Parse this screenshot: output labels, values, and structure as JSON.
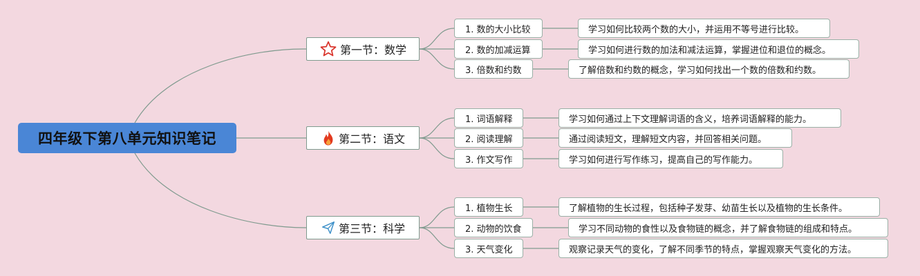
{
  "root": {
    "title": "四年级下第八单元知识笔记"
  },
  "sections": [
    {
      "title": "第一节：数学",
      "icon": "star-icon",
      "topics": [
        {
          "label": "1. 数的大小比较",
          "desc": "学习如何比较两个数的大小，并运用不等号进行比较。"
        },
        {
          "label": "2. 数的加减运算",
          "desc": "学习如何进行数的加法和减法运算，掌握进位和退位的概念。"
        },
        {
          "label": "3. 倍数和约数",
          "desc": "了解倍数和约数的概念，学习如何找出一个数的倍数和约数。"
        }
      ]
    },
    {
      "title": "第二节：语文",
      "icon": "fire-icon",
      "topics": [
        {
          "label": "1. 词语解释",
          "desc": "学习如何通过上下文理解词语的含义，培养词语解释的能力。"
        },
        {
          "label": "2. 阅读理解",
          "desc": "通过阅读短文，理解短文内容，并回答相关问题。"
        },
        {
          "label": "3. 作文写作",
          "desc": "学习如何进行写作练习，提高自己的写作能力。"
        }
      ]
    },
    {
      "title": "第三节：科学",
      "icon": "paper-plane-icon",
      "topics": [
        {
          "label": "1. 植物生长",
          "desc": "了解植物的生长过程，包括种子发芽、幼苗生长以及植物的生长条件。"
        },
        {
          "label": "2. 动物的饮食",
          "desc": "学习不同动物的食性以及食物链的概念，并了解食物链的组成和特点。"
        },
        {
          "label": "3. 天气变化",
          "desc": "观察记录天气的变化，了解不同季节的特点，掌握观察天气变化的方法。"
        }
      ]
    }
  ]
}
